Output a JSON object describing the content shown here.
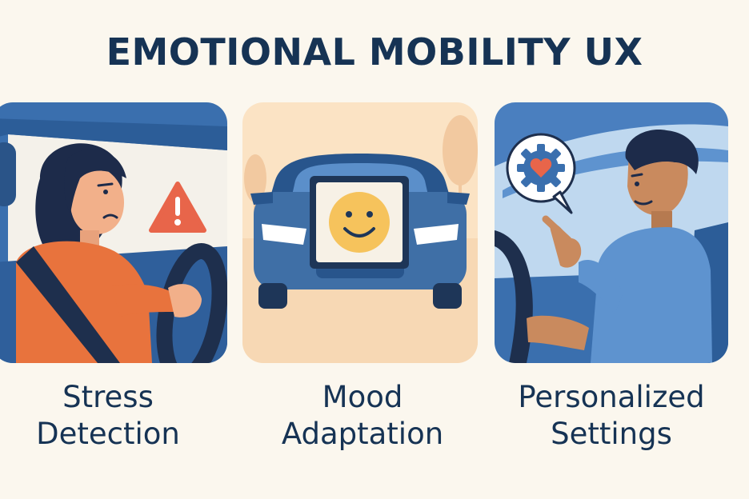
{
  "header": {
    "title": "EMOTIONAL MOBILITY UX"
  },
  "features": [
    {
      "line1": "Stress",
      "line2": "Detection"
    },
    {
      "line1": "Mood",
      "line2": "Adaptation"
    },
    {
      "line1": "Personalized",
      "line2": "Settings"
    }
  ],
  "colors": {
    "background": "#fbf7ee",
    "title": "#163354",
    "panel_blue": "#3f77b6",
    "panel_peach": "#fbe3c4",
    "warning": "#e8654a",
    "smiley": "#f6c35c"
  },
  "icons": [
    "warning-icon",
    "smiley-icon",
    "gear-heart-icon"
  ]
}
